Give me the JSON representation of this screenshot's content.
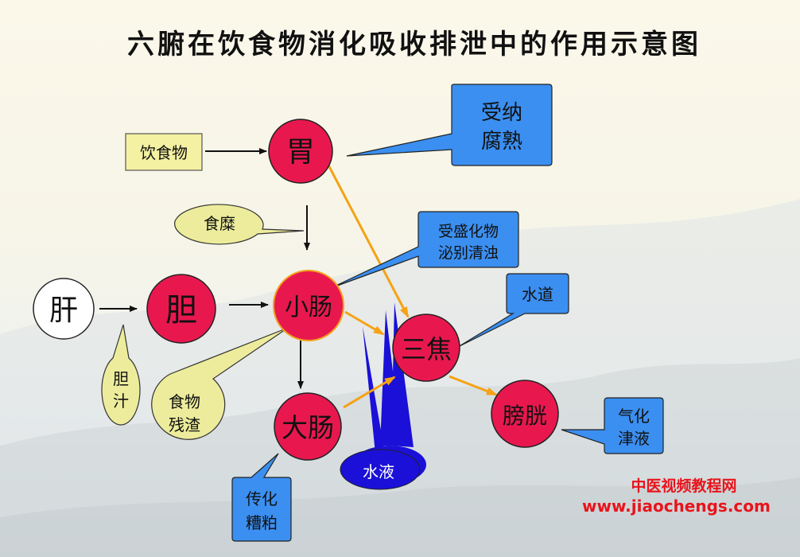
{
  "title": "六腑在饮食物消化吸收排泄中的作用示意图",
  "nodes": {
    "wei": "胃",
    "gan": "肝",
    "dan": "胆",
    "xiaochang": "小肠",
    "dachang": "大肠",
    "sanjiao": "三焦",
    "pangguang": "膀胱"
  },
  "boxes": {
    "yinshiwu": "饮食物"
  },
  "callouts": {
    "shoung_l1": "受纳",
    "shoung_l2": "腐熟",
    "shimi": "食糜",
    "shousheng_l1": "受盛化物",
    "shousheng_l2": "泌别清浊",
    "shuidao": "水道",
    "danzhi_l1": "胆",
    "danzhi_l2": "汁",
    "canzha_l1": "食物",
    "canzha_l2": "残渣",
    "qihua_l1": "气化",
    "qihua_l2": "津液",
    "chuanhua_l1": "传化",
    "chuanhua_l2": "糟粕",
    "shuiye": "水液"
  },
  "branding": {
    "cn": "中医视频教程网",
    "url": "www.jiaochengs.com"
  },
  "colors": {
    "organ_fill": "#e8184f",
    "callout_blue": "#3b8ff0",
    "callout_yellow": "#ecec9c",
    "arrow_orange": "#f5a214",
    "water_blue": "#1a10d8",
    "brand_red": "#e8141b"
  }
}
